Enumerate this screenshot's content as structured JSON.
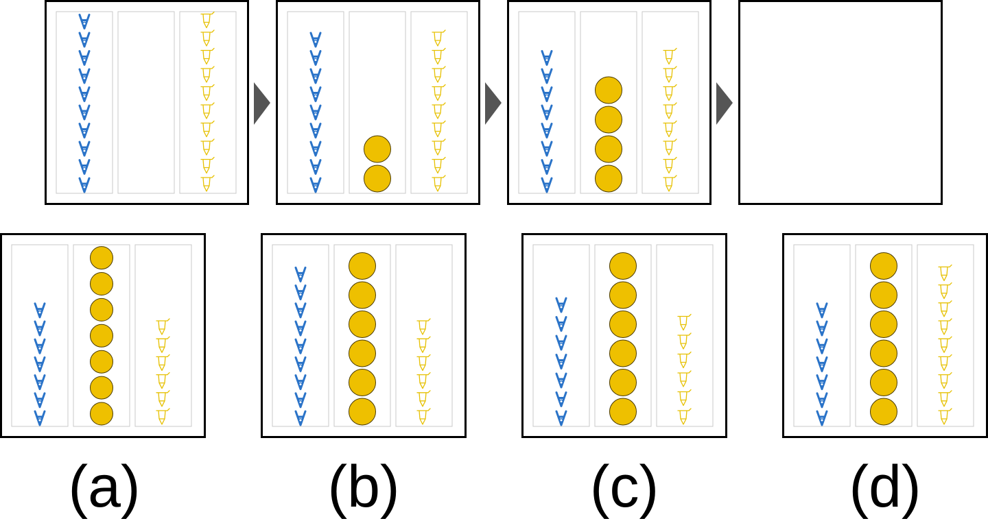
{
  "colors": {
    "frame": "#000000",
    "column_border": "#c8c8c8",
    "arrow": "#555555",
    "icon_blue": "#2a73c8",
    "icon_yellow": "#e6c000",
    "coin_fill": "#eec000",
    "coin_stroke": "#4a3a00"
  },
  "sequence": [
    {
      "left": {
        "icon": "blue-clip-icon",
        "count": 10
      },
      "middle": {
        "icon": "coin-icon",
        "count": 0
      },
      "right": {
        "icon": "yellow-pin-icon",
        "count": 10
      }
    },
    {
      "left": {
        "icon": "blue-clip-icon",
        "count": 9
      },
      "middle": {
        "icon": "coin-icon",
        "count": 2
      },
      "right": {
        "icon": "yellow-pin-icon",
        "count": 9
      }
    },
    {
      "left": {
        "icon": "blue-clip-icon",
        "count": 8
      },
      "middle": {
        "icon": "coin-icon",
        "count": 4
      },
      "right": {
        "icon": "yellow-pin-icon",
        "count": 8
      }
    },
    {
      "blank": true
    }
  ],
  "options": [
    {
      "label": "(a)",
      "left": {
        "icon": "blue-clip-icon",
        "count": 7
      },
      "middle": {
        "icon": "coin-icon",
        "count": 7
      },
      "right": {
        "icon": "yellow-pin-icon",
        "count": 6
      }
    },
    {
      "label": "(b)",
      "left": {
        "icon": "blue-clip-icon",
        "count": 9
      },
      "middle": {
        "icon": "coin-icon",
        "count": 6
      },
      "right": {
        "icon": "yellow-pin-icon",
        "count": 6
      }
    },
    {
      "label": "(c)",
      "left": {
        "icon": "blue-clip-icon",
        "count": 7
      },
      "middle": {
        "icon": "coin-icon",
        "count": 6
      },
      "right": {
        "icon": "yellow-pin-icon",
        "count": 6
      }
    },
    {
      "label": "(d)",
      "left": {
        "icon": "blue-clip-icon",
        "count": 7
      },
      "middle": {
        "icon": "coin-icon",
        "count": 6
      },
      "right": {
        "icon": "yellow-pin-icon",
        "count": 9
      }
    }
  ]
}
